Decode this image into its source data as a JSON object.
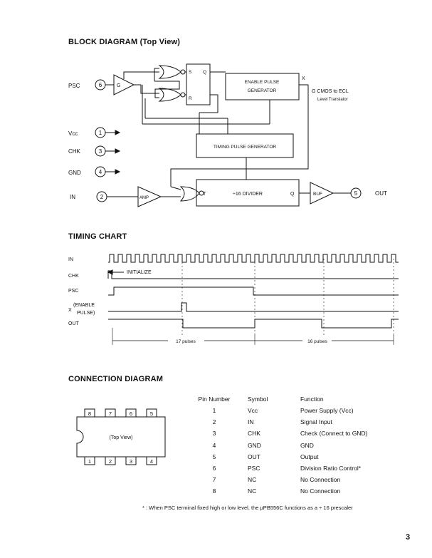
{
  "headings": {
    "block": "BLOCK DIAGRAM (Top View)",
    "timing": "TIMING CHART",
    "connection": "CONNECTION DIAGRAM"
  },
  "block_diagram": {
    "psc_label": "PSC",
    "psc_pin": "6",
    "g_buffer": "G",
    "ff_s": "S",
    "ff_q": "Q",
    "ff_r": "R",
    "enable_gen_l1": "ENABLE PULSE",
    "enable_gen_l2": "GENERATOR",
    "x_label": "X",
    "translator_l1": "G  CMOS to ECL",
    "translator_l2": "Level Translator",
    "timing_gen": "TIMING PULSE GENERATOR",
    "vcc_label": "Vcc",
    "vcc_pin": "1",
    "chk_label": "CHK",
    "chk_pin": "3",
    "gnd_label": "GND",
    "gnd_pin": "4",
    "in_label": "IN",
    "in_pin": "2",
    "amp": "AMP",
    "div_t": "T",
    "divider": "÷16 DIVIDER",
    "div_q": "Q",
    "buf": "BUF",
    "out_pin": "5",
    "out_label": "OUT"
  },
  "timing_chart": {
    "in_label": "IN",
    "chk_label": "CHK",
    "psc_label": "PSC",
    "x_label": "X",
    "enable_l1": "(ENABLE",
    "enable_l2": "PULSE)",
    "out_label": "OUT",
    "initialize": "INITIALIZE",
    "pulses_17": "17 pulses",
    "pulses_16": "16 pulses"
  },
  "connection": {
    "top_pins": [
      "8",
      "7",
      "6",
      "5"
    ],
    "bottom_pins": [
      "1",
      "2",
      "3",
      "4"
    ],
    "view_label": "(Top View)",
    "headers": [
      "Pin Number",
      "Symbol",
      "Function"
    ],
    "rows": [
      [
        "1",
        "Vcc",
        "Power Supply (Vcc)"
      ],
      [
        "2",
        "IN",
        "Signal Input"
      ],
      [
        "3",
        "CHK",
        "Check (Connect to GND)"
      ],
      [
        "4",
        "GND",
        "GND"
      ],
      [
        "5",
        "OUT",
        "Output"
      ],
      [
        "6",
        "PSC",
        "Division Ratio Control*"
      ],
      [
        "7",
        "NC",
        "No Connection"
      ],
      [
        "8",
        "NC",
        "No Connection"
      ]
    ]
  },
  "footnote": "* : When PSC terminal fixed high or low level, the μPB556C functions as a ÷ 16 prescaler",
  "page_number": "3"
}
